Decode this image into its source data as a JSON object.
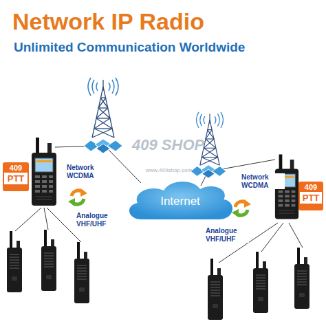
{
  "diagram": {
    "title": "Network IP Radio",
    "nodes": [
      {
        "text": [
          "409",
          "PTT"
        ]
      },
      {
        "text": [
          "Internet"
        ]
      },
      {
        "text": [
          "409",
          "PTT"
        ]
      }
    ],
    "labels": [
      "Unlimited Communication Worldwide",
      "Network WCDMA",
      "Analogue VHF/UHF",
      "409 SHOP",
      "www.409shop.com",
      "Network WCDMA",
      "Analogue VHF/UHF"
    ]
  }
}
